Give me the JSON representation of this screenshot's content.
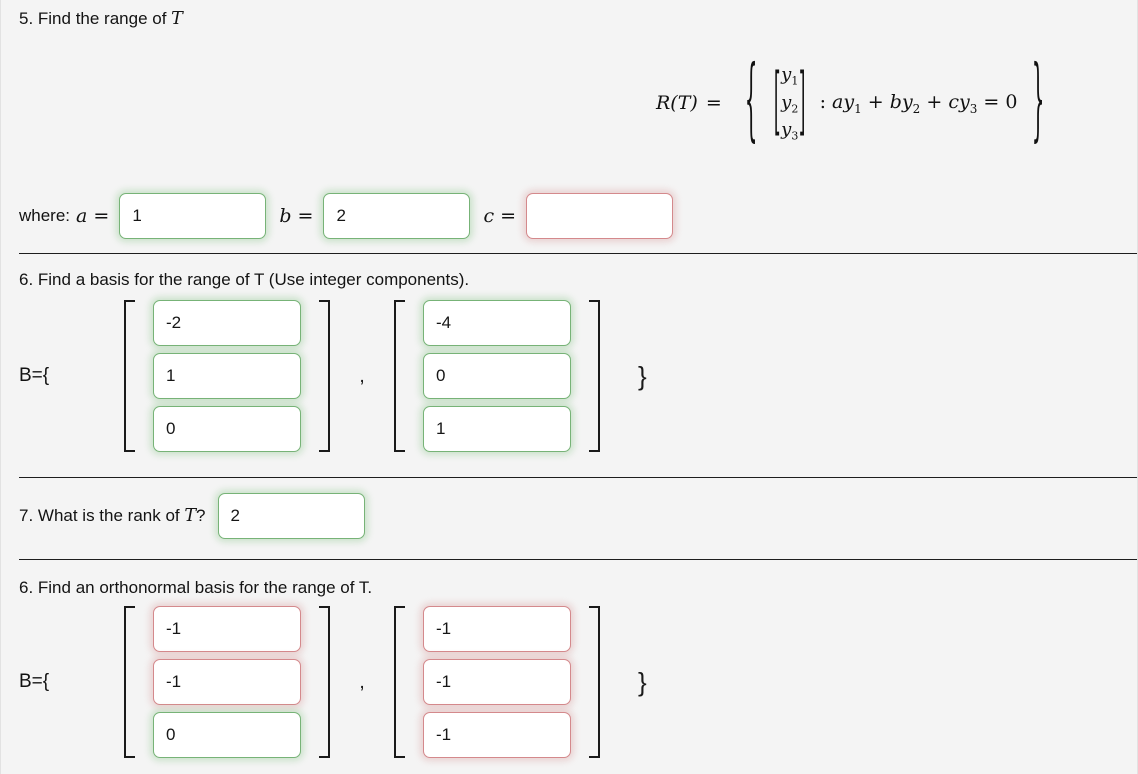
{
  "page": {
    "background": "#f4f4f4",
    "ok_color": "#77b377",
    "bad_color": "#d4898c"
  },
  "section5": {
    "title_prefix": "5. Find the range of ",
    "title_math": "T",
    "formula": {
      "lead": "R(T)",
      "equals": "=",
      "open_brace": "{",
      "close_brace": "}",
      "open_bracket": "[",
      "close_bracket": "]",
      "vector": [
        "y",
        "y",
        "y"
      ],
      "vector_subs": [
        "1",
        "2",
        "3"
      ],
      "condition_colon": ":",
      "condition": "ay₁ + by₂ + cy₃ = 0",
      "cond_a": "a",
      "cond_a_sub": "1",
      "cond_plus1": "+",
      "cond_b": "b",
      "cond_b_sub": "2",
      "cond_plus2": "+",
      "cond_c": "c",
      "cond_c_sub": "3",
      "cond_eq": "=",
      "cond_zero": "0"
    },
    "where_label": "where:",
    "coefficients": [
      {
        "name": "a",
        "symbol": "a",
        "equals": "=",
        "value": "1",
        "state": "ok"
      },
      {
        "name": "b",
        "symbol": "b",
        "equals": "=",
        "value": "2",
        "state": "ok"
      },
      {
        "name": "c",
        "symbol": "c",
        "equals": "=",
        "value": "",
        "state": "bad"
      }
    ]
  },
  "section6": {
    "title": "6. Find a basis for the range of T (Use integer components).",
    "basis_label": "B={",
    "close_label": "}",
    "separator": ",",
    "vectors": [
      {
        "cells": [
          {
            "value": "-2",
            "state": "ok"
          },
          {
            "value": "1",
            "state": "ok"
          },
          {
            "value": "0",
            "state": "ok"
          }
        ]
      },
      {
        "cells": [
          {
            "value": "-4",
            "state": "ok"
          },
          {
            "value": "0",
            "state": "ok"
          },
          {
            "value": "1",
            "state": "ok"
          }
        ]
      }
    ]
  },
  "section7": {
    "title_prefix": "7. What is the rank of ",
    "title_math": "T",
    "title_suffix": "?",
    "answer": {
      "value": "2",
      "state": "ok"
    }
  },
  "section8": {
    "title": "6. Find an orthonormal basis for the range of T.",
    "basis_label": "B={",
    "close_label": "}",
    "separator": ",",
    "vectors": [
      {
        "cells": [
          {
            "value": "-1",
            "state": "bad"
          },
          {
            "value": "-1",
            "state": "bad"
          },
          {
            "value": "0",
            "state": "ok"
          }
        ]
      },
      {
        "cells": [
          {
            "value": "-1",
            "state": "bad"
          },
          {
            "value": "-1",
            "state": "bad"
          },
          {
            "value": "-1",
            "state": "bad"
          }
        ]
      }
    ]
  }
}
